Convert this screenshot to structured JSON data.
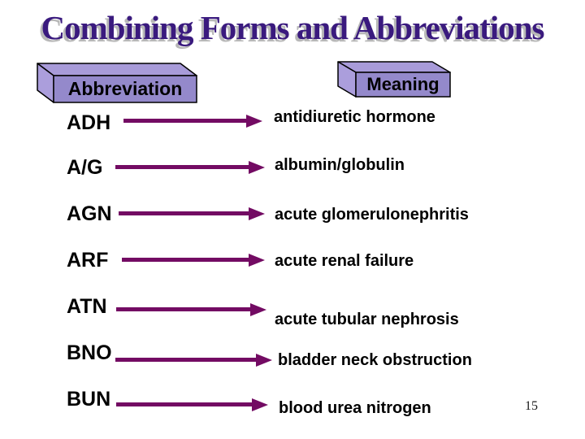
{
  "slide": {
    "title": "Combining Forms and Abbreviations",
    "page_number": "15",
    "column_headers": {
      "left": "Abbreviation",
      "right": "Meaning"
    },
    "rows": [
      {
        "abbr": "ADH",
        "meaning": "antidiuretic hormone"
      },
      {
        "abbr": "A/G",
        "meaning": "albumin/globulin"
      },
      {
        "abbr": "AGN",
        "meaning": "acute glomerulonephritis"
      },
      {
        "abbr": "ARF",
        "meaning": "acute renal failure"
      },
      {
        "abbr": "ATN",
        "meaning": "acute tubular nephrosis"
      },
      {
        "abbr": "BNO",
        "meaning": "bladder neck obstruction"
      },
      {
        "abbr": "BUN",
        "meaning": "blood urea nitrogen"
      }
    ],
    "colors": {
      "arrow": "#730b63",
      "title_text": "#3a1a7e",
      "title_shadow": "#b8b8b8",
      "cube_front": "#9489cb",
      "cube_top": "#a89bd9",
      "cube_side": "#ab9edc",
      "body_text": "#000000",
      "background": "#ffffff"
    }
  }
}
